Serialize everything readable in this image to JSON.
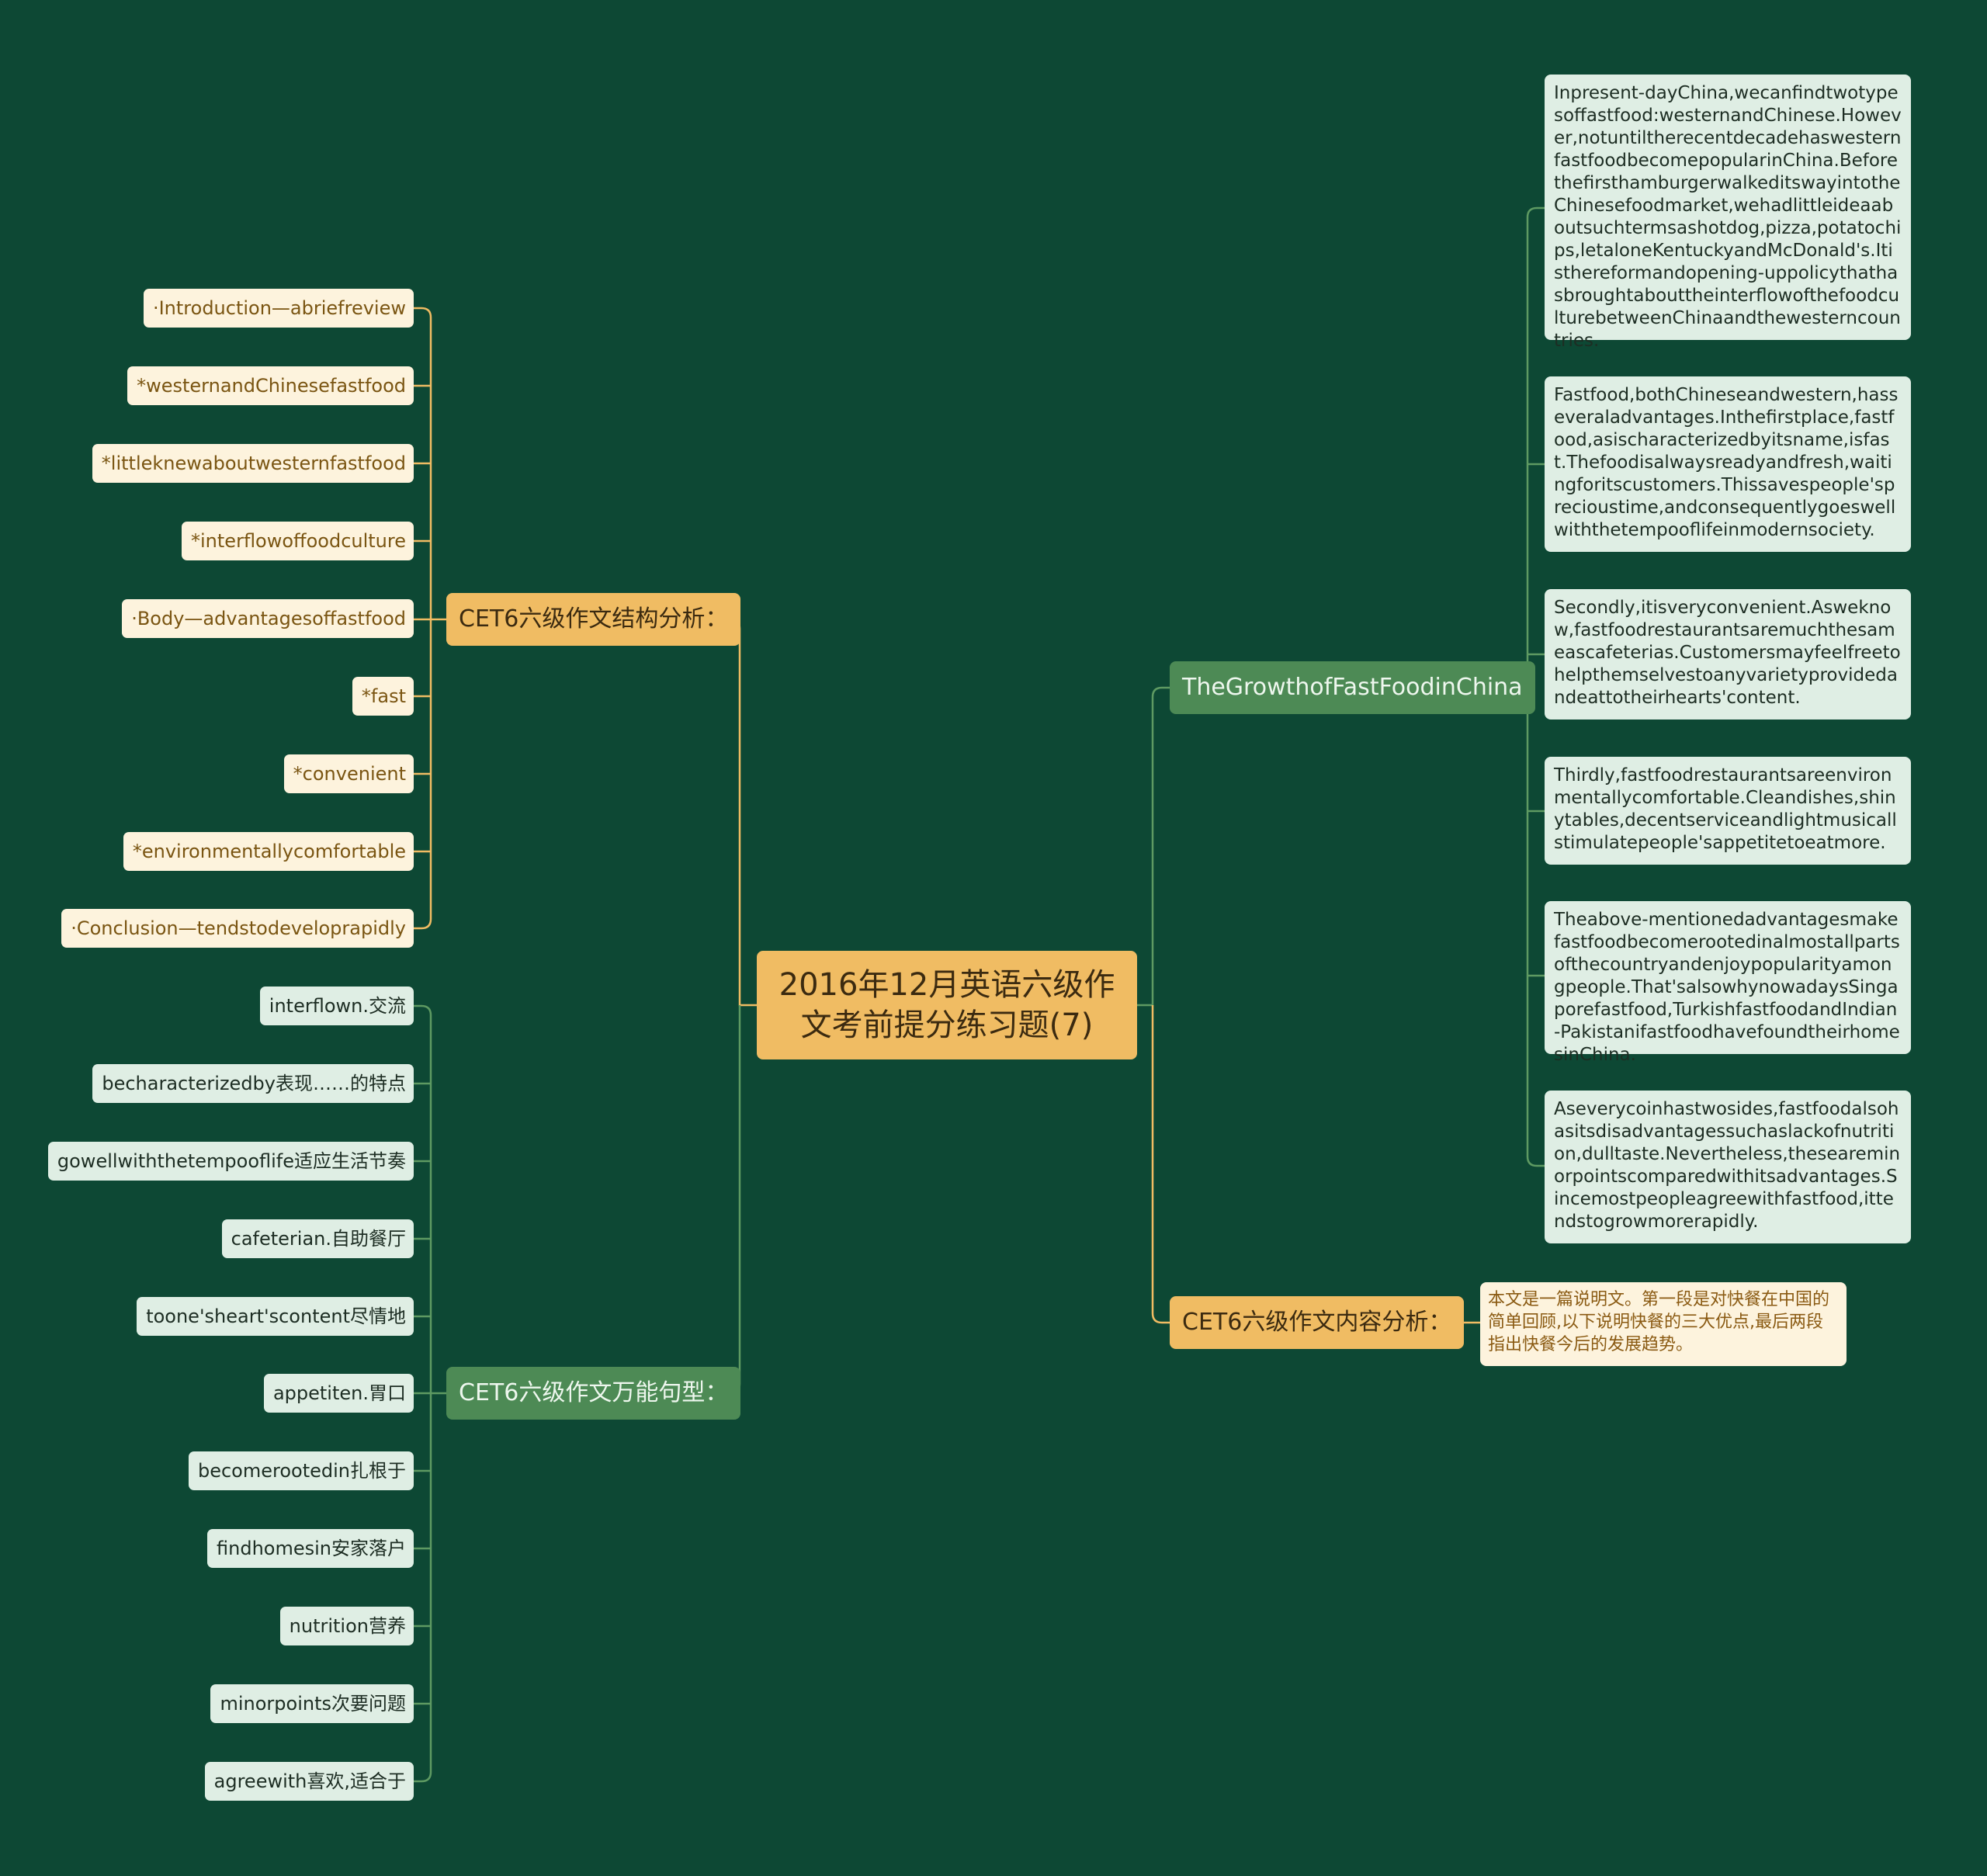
{
  "root": {
    "title": "2016年12月英语六级作文考前提分练习题(7)"
  },
  "left": {
    "structure": {
      "label": "CET6六级作文结构分析：",
      "items": [
        "·Introduction—abriefreview",
        "*westernandChinesefastfood",
        "*littleknewaboutwesternfastfood",
        "*interflowoffoodculture",
        "·Body—advantagesoffastfood",
        "*fast",
        "*convenient",
        "*environmentallycomfortable",
        "·Conclusion—tendstodeveloprapidly"
      ]
    },
    "phrases": {
      "label": "CET6六级作文万能句型：",
      "items": [
        "interflown.交流",
        "becharacterizedby表现……的特点",
        "gowellwiththetempooflife适应生活节奏",
        "cafeterian.自助餐厅",
        "toone'sheart'scontent尽情地",
        "appetiten.胃口",
        "becomerootedin扎根于",
        "findhomesin安家落户",
        "nutrition营养",
        "minorpoints次要问题",
        "agreewith喜欢,适合于"
      ]
    }
  },
  "right": {
    "essay": {
      "label": "TheGrowthofFastFoodinChina",
      "paragraphs": [
        "Inpresent-dayChina,wecanfindtwotypesoffastfood:westernandChinese.However,notuntiltherecentdecadehaswesternfastfoodbecomepopularinChina.BeforethefirsthamburgerwalkeditswayintotheChinesefoodmarket,wehadlittleideaaboutsuchtermsashotdog,pizza,potatochips,letaloneKentuckyandMcDonald's.Itisthereformandopening-uppolicythathasbroughtabouttheinterflowofthefoodculturebetweenChinaandthewesterncountries.",
        "Fastfood,bothChineseandwestern,hasseveraladvantages.Inthefirstplace,fastfood,asischaracterizedbyitsname,isfast.Thefoodisalwaysreadyandfresh,waitingforitscustomers.Thissavespeople'sprecioustime,andconsequentlygoeswellwiththetempooflifeinmodernsociety.",
        "Secondly,itisveryconvenient.Asweknow,fastfoodrestaurantsaremuchthesameascafeterias.Customersmayfeelfreetohelpthemselvestoanyvarietyprovidedandeattotheirhearts'content.",
        "Thirdly,fastfoodrestaurantsareenvironmentallycomfortable.Cleandishes,shinytables,decentserviceandlightmusicallstimulatepeople'sappetitetoeatmore.",
        "Theabove-mentionedadvantagesmakefastfoodbecomerootedinalmostallpartsofthecountryandenjoypopularityamongpeople.That'salsowhynowadaysSingaporefastfood,TurkishfastfoodandIndian-PakistanifastfoodhavefoundtheirhomesinChina.",
        "Aseverycoinhastwosides,fastfoodalsohasitsdisadvantagessuchaslackofnutrition,dulltaste.Nevertheless,theseareminorpointscomparedwithitsadvantages.Sincemostpeopleagreewithfastfood,ittendstogrowmorerapidly."
      ]
    },
    "content": {
      "label": "CET6六级作文内容分析：",
      "note": "本文是一篇说明文。第一段是对快餐在中国的简单回顾,以下说明快餐的三大优点,最后两段指出快餐今后的发展趋势。"
    }
  },
  "colors": {
    "background": "#0d4834",
    "orange": "#f0bc63",
    "green": "#4d8a55",
    "cream": "#fdf3dd",
    "mint": "#dfeee4"
  }
}
